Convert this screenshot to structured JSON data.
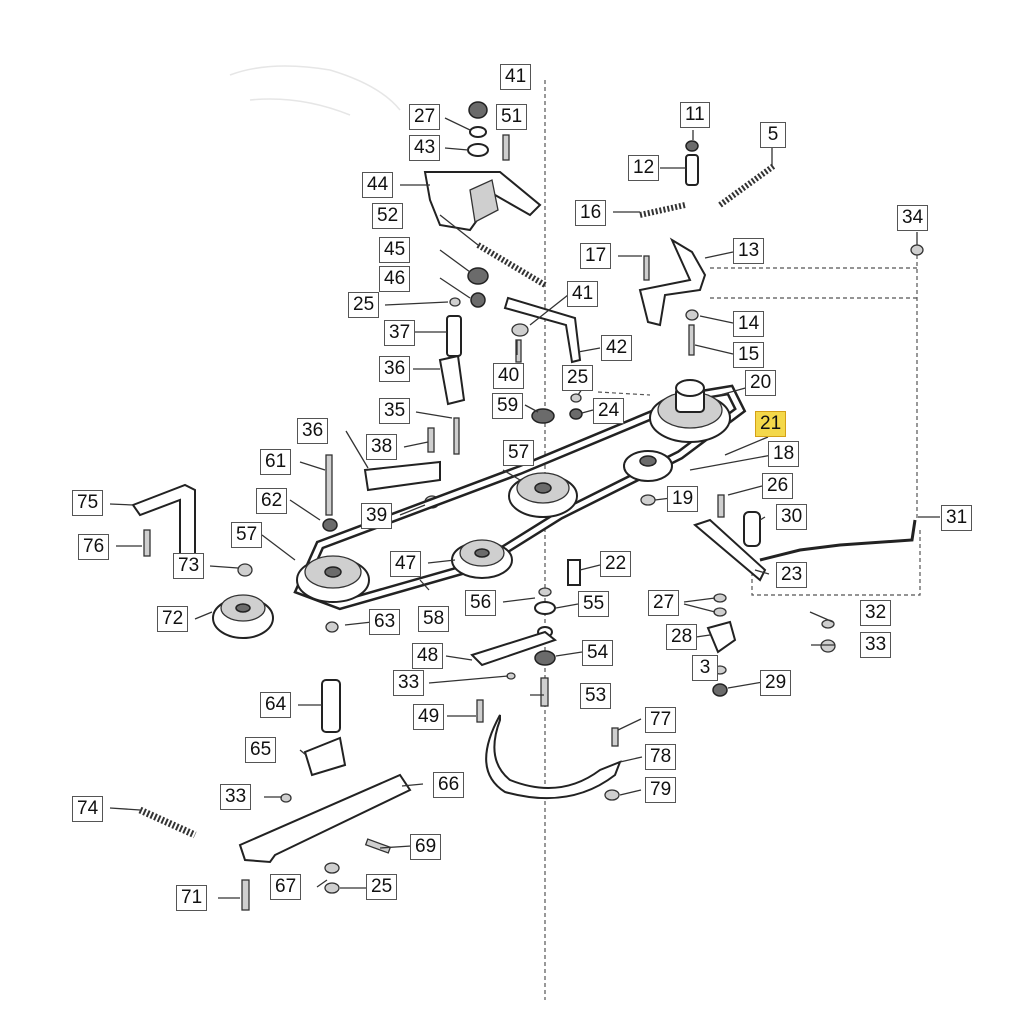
{
  "diagram": {
    "highlight_color": "#f4d84a",
    "highlighted_part": "21",
    "callouts": [
      {
        "id": "c41a",
        "label": "41"
      },
      {
        "id": "c27a",
        "label": "27"
      },
      {
        "id": "c51",
        "label": "51"
      },
      {
        "id": "c43",
        "label": "43"
      },
      {
        "id": "c44",
        "label": "44"
      },
      {
        "id": "c52",
        "label": "52"
      },
      {
        "id": "c45",
        "label": "45"
      },
      {
        "id": "c46",
        "label": "46"
      },
      {
        "id": "c25a",
        "label": "25"
      },
      {
        "id": "c37",
        "label": "37"
      },
      {
        "id": "c36a",
        "label": "36"
      },
      {
        "id": "c35",
        "label": "35"
      },
      {
        "id": "c36b",
        "label": "36"
      },
      {
        "id": "c38",
        "label": "38"
      },
      {
        "id": "c61",
        "label": "61"
      },
      {
        "id": "c39",
        "label": "39"
      },
      {
        "id": "c62",
        "label": "62"
      },
      {
        "id": "c75",
        "label": "75"
      },
      {
        "id": "c76",
        "label": "76"
      },
      {
        "id": "c57a",
        "label": "57"
      },
      {
        "id": "c73",
        "label": "73"
      },
      {
        "id": "c72",
        "label": "72"
      },
      {
        "id": "c63",
        "label": "63"
      },
      {
        "id": "c57b",
        "label": "57"
      },
      {
        "id": "c47",
        "label": "47"
      },
      {
        "id": "c58",
        "label": "58"
      },
      {
        "id": "c59",
        "label": "59"
      },
      {
        "id": "c40",
        "label": "40"
      },
      {
        "id": "c41b",
        "label": "41"
      },
      {
        "id": "c42",
        "label": "42"
      },
      {
        "id": "c25b",
        "label": "25"
      },
      {
        "id": "c24",
        "label": "24"
      },
      {
        "id": "c11",
        "label": "11"
      },
      {
        "id": "c12",
        "label": "12"
      },
      {
        "id": "c5",
        "label": "5"
      },
      {
        "id": "c16",
        "label": "16"
      },
      {
        "id": "c17",
        "label": "17"
      },
      {
        "id": "c13",
        "label": "13"
      },
      {
        "id": "c34",
        "label": "34"
      },
      {
        "id": "c14",
        "label": "14"
      },
      {
        "id": "c15",
        "label": "15"
      },
      {
        "id": "c20",
        "label": "20"
      },
      {
        "id": "c21",
        "label": "21"
      },
      {
        "id": "c18",
        "label": "18"
      },
      {
        "id": "c26",
        "label": "26"
      },
      {
        "id": "c19",
        "label": "19"
      },
      {
        "id": "c30",
        "label": "30"
      },
      {
        "id": "c31",
        "label": "31"
      },
      {
        "id": "c22",
        "label": "22"
      },
      {
        "id": "c23",
        "label": "23"
      },
      {
        "id": "c56",
        "label": "56"
      },
      {
        "id": "c55",
        "label": "55"
      },
      {
        "id": "c27b",
        "label": "27"
      },
      {
        "id": "c32",
        "label": "32"
      },
      {
        "id": "c33a",
        "label": "33"
      },
      {
        "id": "c28",
        "label": "28"
      },
      {
        "id": "c48",
        "label": "48"
      },
      {
        "id": "c54",
        "label": "54"
      },
      {
        "id": "c3",
        "label": "3"
      },
      {
        "id": "c29",
        "label": "29"
      },
      {
        "id": "c33b",
        "label": "33"
      },
      {
        "id": "c53",
        "label": "53"
      },
      {
        "id": "c64",
        "label": "64"
      },
      {
        "id": "c49",
        "label": "49"
      },
      {
        "id": "c77",
        "label": "77"
      },
      {
        "id": "c65",
        "label": "65"
      },
      {
        "id": "c78",
        "label": "78"
      },
      {
        "id": "c66",
        "label": "66"
      },
      {
        "id": "c33c",
        "label": "33"
      },
      {
        "id": "c79",
        "label": "79"
      },
      {
        "id": "c74",
        "label": "74"
      },
      {
        "id": "c69",
        "label": "69"
      },
      {
        "id": "c67",
        "label": "67"
      },
      {
        "id": "c25c",
        "label": "25"
      },
      {
        "id": "c71",
        "label": "71"
      }
    ]
  }
}
